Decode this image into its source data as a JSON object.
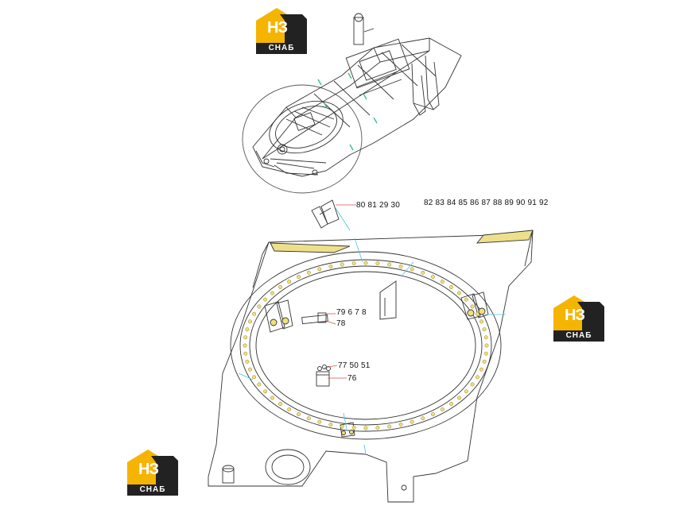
{
  "logo": {
    "mark": "НЗ",
    "word": "СНАБ",
    "colors": {
      "yellow": "#f5b400",
      "dark": "#222222",
      "white": "#ffffff"
    }
  },
  "callouts": {
    "bracket": "80 81 29 30",
    "parts_list": "82 83 84 85 86 87 88 89 90 91 92",
    "pin_group": "79 6 7 8",
    "pin": "78",
    "bolt_group": "77 50 51",
    "block": "76"
  },
  "colors": {
    "line": "#333333",
    "leader_cyan": "#4fc3e0",
    "leader_red": "#d9534f",
    "hole_yellow": "#f2e07a",
    "wedge_yellow": "#eee08a",
    "accent_green": "#3fbf7f"
  }
}
